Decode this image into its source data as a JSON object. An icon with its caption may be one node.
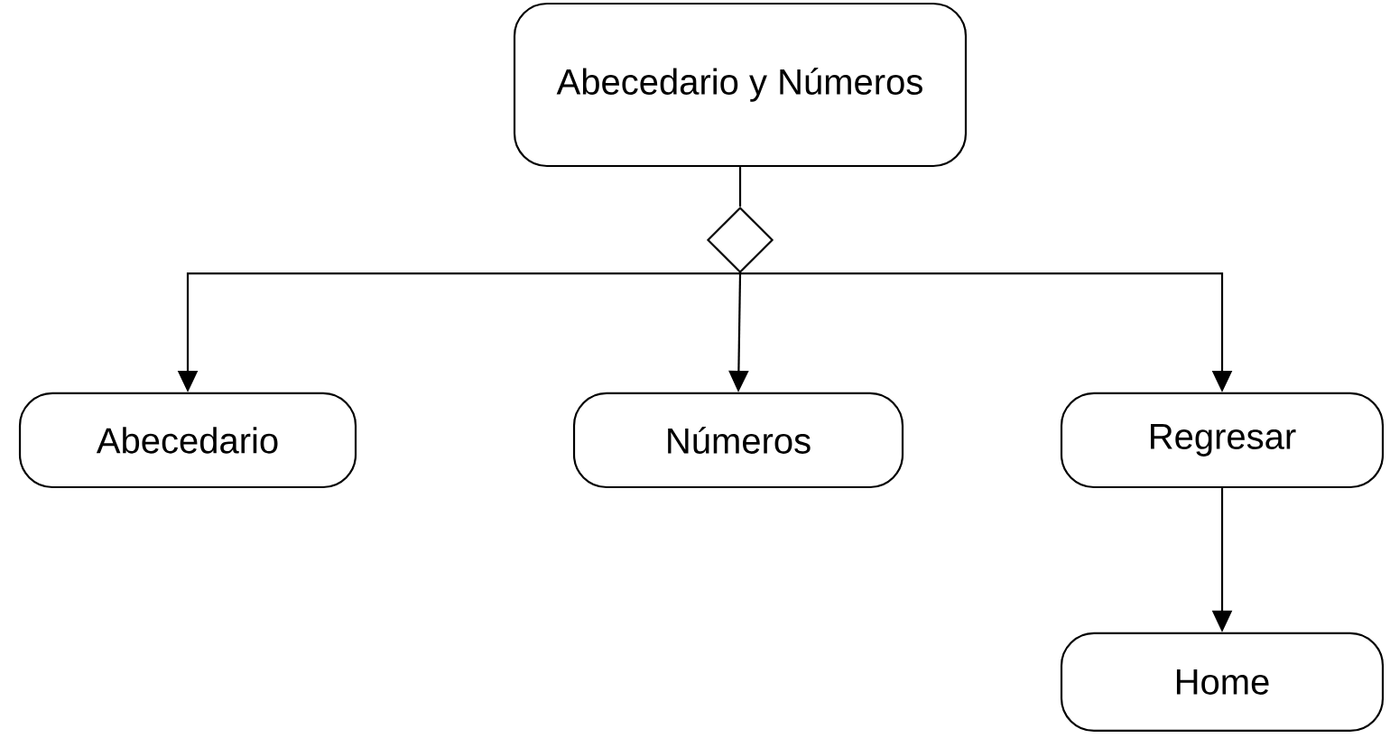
{
  "diagram": {
    "nodes": [
      {
        "text": [
          "Abecedario y Números"
        ]
      },
      {
        "text": [],
        "shape": "diamond"
      },
      {
        "text": [
          "Abecedario"
        ]
      },
      {
        "text": [
          "Números"
        ]
      },
      {
        "text": [
          "Regresar"
        ]
      },
      {
        "text": [
          "Home"
        ]
      }
    ],
    "edges": [
      {
        "from": 0,
        "to": 1,
        "arrow": "none"
      },
      {
        "from": 1,
        "to": 2,
        "arrow": "to"
      },
      {
        "from": 1,
        "to": 3,
        "arrow": "to"
      },
      {
        "from": 1,
        "to": 4,
        "arrow": "to"
      },
      {
        "from": 4,
        "to": 5,
        "arrow": "to"
      }
    ]
  }
}
